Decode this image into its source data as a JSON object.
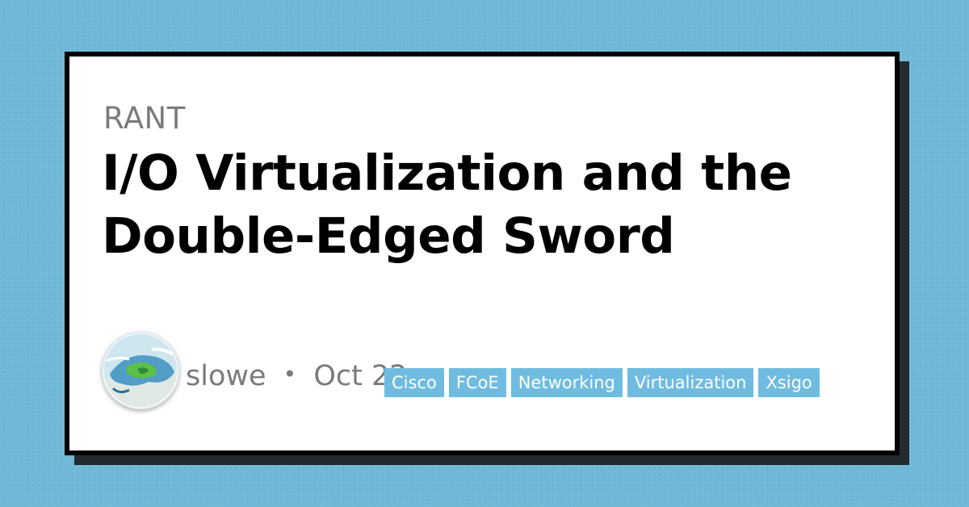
{
  "post": {
    "category": "RANT",
    "title": "I/O Virtualization and the Double-Edged Sword",
    "author": "slowe",
    "separator": "•",
    "date": "Oct 22"
  },
  "tags": [
    "Cisco",
    "FCoE",
    "Networking",
    "Virtualization",
    "Xsigo"
  ],
  "colors": {
    "background": "#6fb8d6",
    "card": "#ffffff",
    "border": "#000000",
    "tag": "#6fbce0",
    "muted_text": "#7b7b7b"
  },
  "icons": {
    "avatar": "globe-illustration"
  }
}
